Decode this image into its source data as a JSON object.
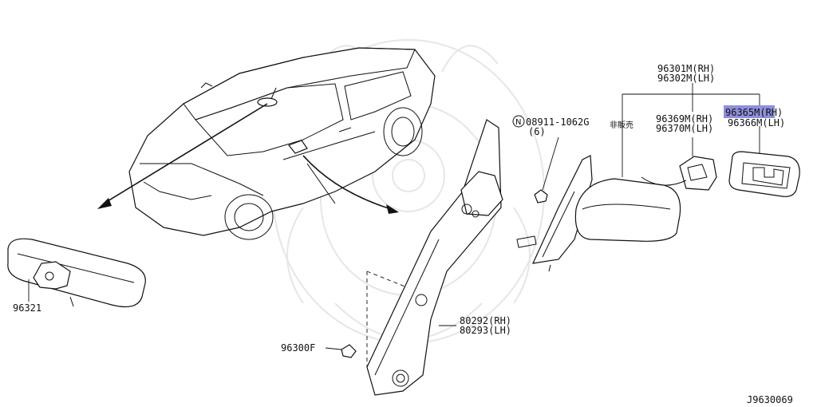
{
  "labels": {
    "mirror_assy_rh": "96301M(RH)",
    "mirror_assy_lh": "96302M(LH)",
    "bolt_code": "08911-1062G",
    "bolt_qty": "(6)",
    "bolt_prefix": "N",
    "not_for_sale": "非販売",
    "actuator_rh": "96369M(RH)",
    "actuator_lh": "96370M(LH)",
    "glass_rh": "96365M(RH)",
    "glass_lh": "96366M(LH)",
    "inner_mirror": "96321",
    "clip": "96300F",
    "finisher_rh": "80292(RH)",
    "finisher_lh": "80293(LH)",
    "diagram_id": "J9630069"
  },
  "colors": {
    "highlight": "#8f8fdc",
    "ink": "#111111",
    "watermark": "#e6e6e6"
  }
}
